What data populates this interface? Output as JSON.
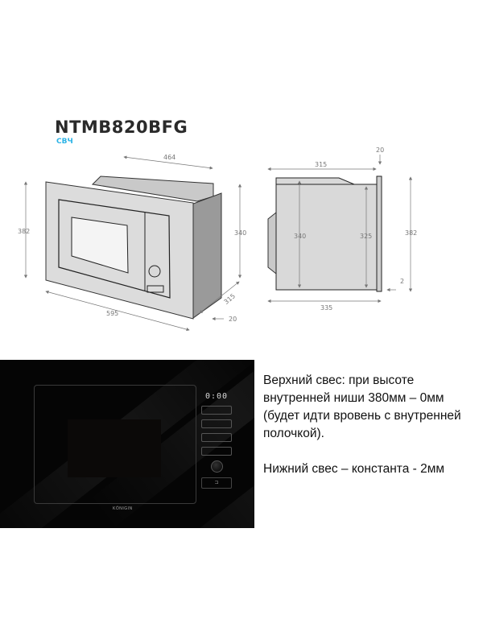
{
  "header": {
    "model": "NTMB820BFG",
    "category": "СВЧ"
  },
  "perspective_drawing": {
    "dimensions": {
      "top_depth": "464",
      "front_height": "382",
      "body_height": "340",
      "front_width": "595",
      "side_depth": "315",
      "frame_thickness": "20"
    }
  },
  "side_drawing": {
    "dimensions": {
      "frame": "20",
      "body_depth": "315",
      "body_height": "340",
      "inner_height": "325",
      "front_height": "382",
      "bottom_overhang": "2",
      "total_depth": "335"
    }
  },
  "photo": {
    "display": "0:00",
    "brand": "KÖNIGIN",
    "open_icon": "door-open-icon"
  },
  "note": {
    "line1": "Верхний свес: при высоте",
    "line2": "внутренней ниши 380мм  – 0мм",
    "line3": "(будет идти вровень с внутренней",
    "line4": "полочкой).",
    "line5": "Нижний свес – константа - 2мм"
  },
  "colors": {
    "accent": "#2bb3e6",
    "title": "#2a2a2a",
    "body_fill": "#d9d9d9",
    "dim_line": "#777777"
  }
}
